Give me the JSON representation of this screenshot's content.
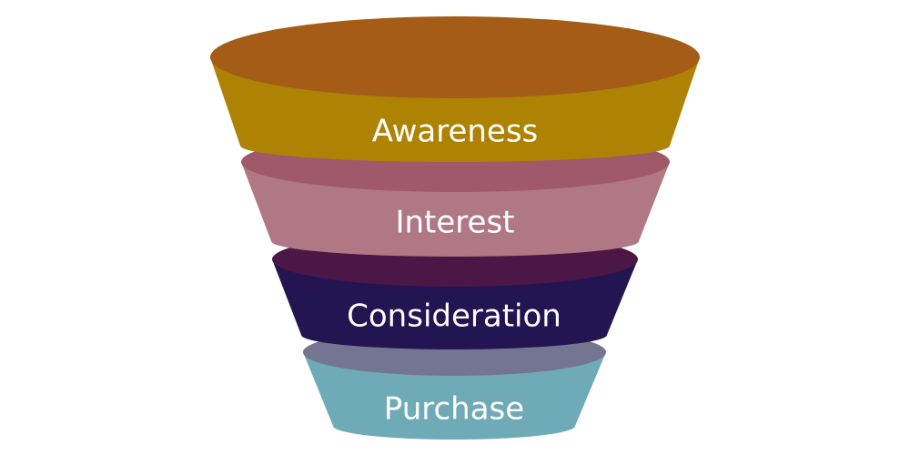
{
  "funnel": {
    "stages": [
      {
        "label": "Awareness",
        "body_color": "#ae8303",
        "top_color": "#a45c17"
      },
      {
        "label": "Interest",
        "body_color": "#b07884",
        "top_color": "#a0586b"
      },
      {
        "label": "Consideration",
        "body_color": "#231552",
        "top_color": "#4a1746"
      },
      {
        "label": "Purchase",
        "body_color": "#6eabb7",
        "top_color": "#747591"
      }
    ]
  }
}
